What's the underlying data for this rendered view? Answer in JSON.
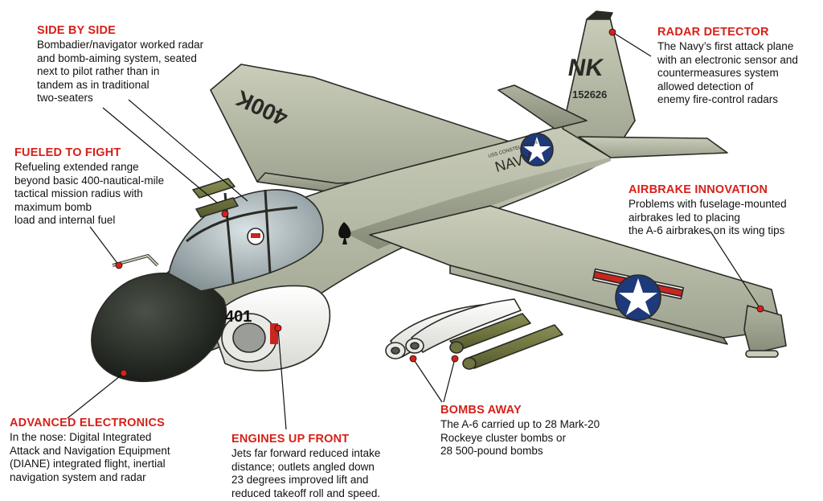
{
  "aircraft": {
    "tail_code": "NK",
    "tail_number": "152626",
    "wing_marking": "400K",
    "nose_number": "401",
    "fuselage_word": "NAVY",
    "ship_name": "USS CONSTELLATION"
  },
  "callouts": {
    "side_by_side": {
      "title": "SIDE BY SIDE",
      "text": "Bombadier/navigator worked radar\nand bomb-aiming system, seated\nnext to pilot rather than in\ntandem as in traditional\ntwo-seaters"
    },
    "fueled": {
      "title": "FUELED TO FIGHT",
      "text": "Refueling extended range\nbeyond basic 400-nautical-mile\ntactical mission radius with\nmaximum bomb\nload and internal fuel"
    },
    "radar": {
      "title": "RADAR DETECTOR",
      "text": "The Navy’s first attack plane\nwith an electronic sensor and\ncountermeasures system\nallowed detection of\nenemy fire-control radars"
    },
    "airbrake": {
      "title": "AIRBRAKE INNOVATION",
      "text": "Problems with fuselage-mounted\nairbrakes led to placing\nthe A-6 airbrakes on its wing tips"
    },
    "electronics": {
      "title": "ADVANCED ELECTRONICS",
      "text": "In the nose: Digital Integrated\nAttack and Navigation Equipment\n(DIANE) integrated flight, inertial\nnavigation system and radar"
    },
    "engines": {
      "title": "ENGINES UP FRONT",
      "text": "Jets far forward reduced intake\ndistance; outlets angled down\n23 degrees improved lift and\nreduced takeoff roll and speed."
    },
    "bombs": {
      "title": "BOMBS AWAY",
      "text": "The A-6 carried up to 28 Mark-20\nRockeye cluster bombs or\n28 500-pound bombs"
    }
  },
  "colors": {
    "accent_red": "#d6211a",
    "airframe": "#b9bea8",
    "airframe_dark": "#8f9582",
    "underside": "#f1f1ee",
    "nose": "#2a2f28",
    "ordnance": "#6f7440",
    "roundel_blue": "#1f3a7a"
  }
}
